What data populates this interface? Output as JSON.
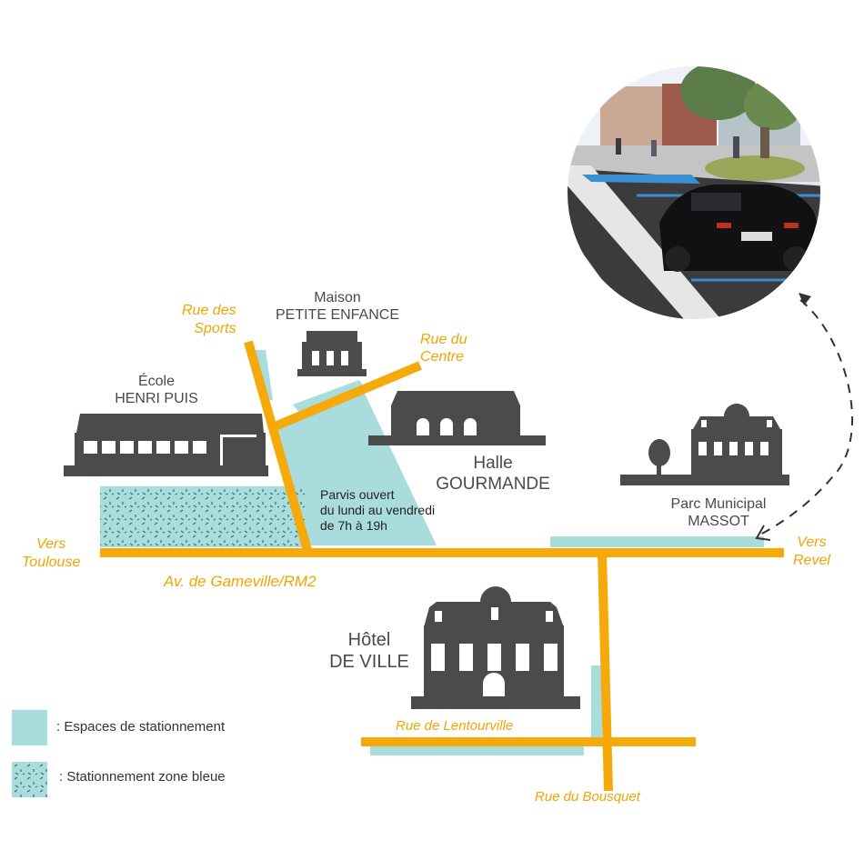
{
  "colors": {
    "road": "#f5a90a",
    "street_text": "#f0a500",
    "parking": "#a9dcdc",
    "zone_dots": "#3a6f78",
    "building": "#4b4b4b",
    "label": "#4a4a4a"
  },
  "streets": {
    "rue_des_sports": [
      "Rue des",
      "Sports"
    ],
    "rue_du_centre": [
      "Rue du",
      "Centre"
    ],
    "vers_toulouse": [
      "Vers",
      "Toulouse"
    ],
    "vers_revel": [
      "Vers",
      "Revel"
    ],
    "av_gameville": "Av. de Gameville/RM2",
    "rue_lentourville": "Rue de Lentourville",
    "rue_bousquet": "Rue du Bousquet"
  },
  "buildings": {
    "maison": [
      "Maison",
      "PETITE ENFANCE"
    ],
    "ecole": [
      "École",
      "HENRI PUIS"
    ],
    "halle": [
      "Halle",
      "GOURMANDE"
    ],
    "parc": [
      "Parc Municipal",
      "MASSOT"
    ],
    "hotel": [
      "Hôtel",
      "DE VILLE"
    ]
  },
  "parvis_note": [
    "Parvis ouvert",
    "du lundi au vendredi",
    "de 7h à 19h"
  ],
  "legend": {
    "parking": ": Espaces de stationnement",
    "blue_zone": ": Stationnement zone bleue"
  },
  "photo_icon": "street-parking-photo"
}
